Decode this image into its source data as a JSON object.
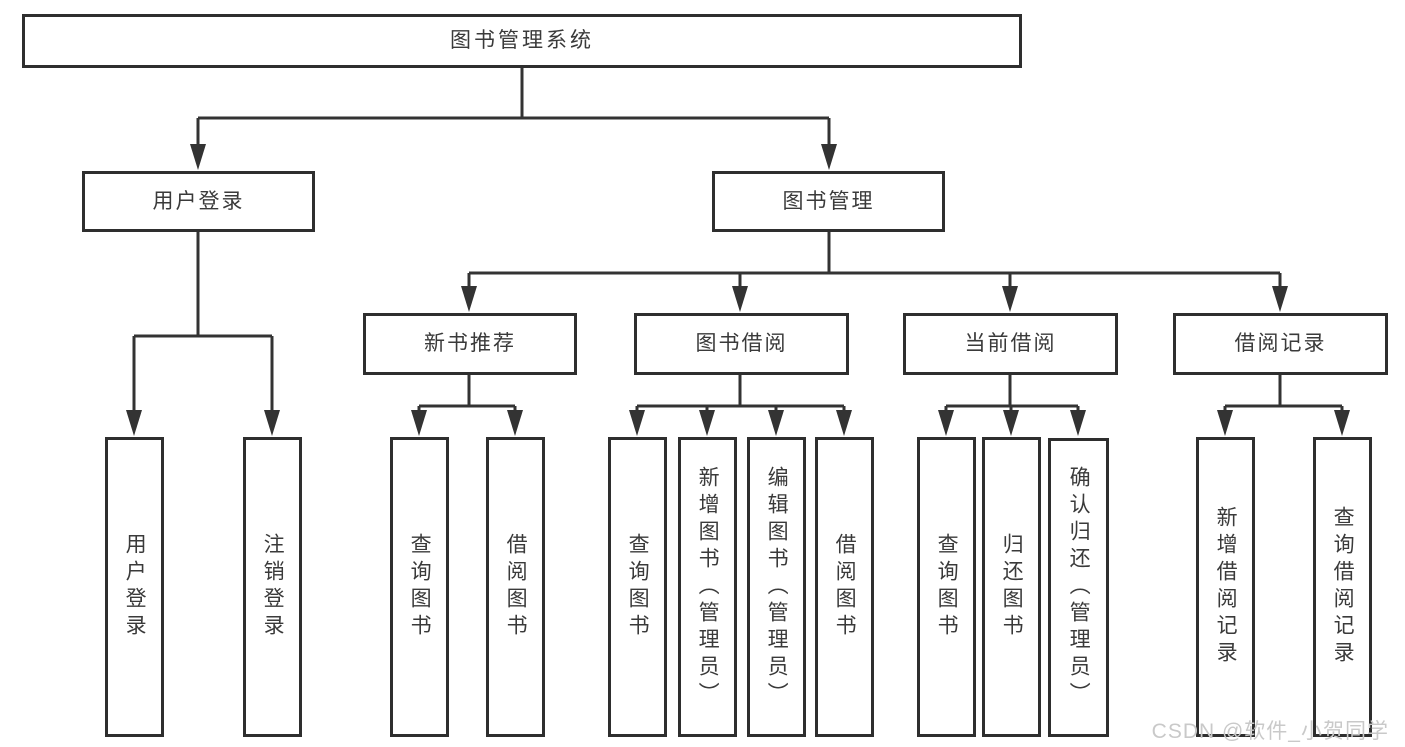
{
  "diagram": {
    "colors": {
      "line": "#333333",
      "border": "#2e2e2e",
      "text": "#3a3a3a",
      "background": "#ffffff",
      "watermark": "#c9c9c9"
    },
    "tree": {
      "root": {
        "label": "图书管理系统"
      },
      "children": [
        {
          "label": "用户登录",
          "children": [
            {
              "label": "用户登录"
            },
            {
              "label": "注销登录"
            }
          ]
        },
        {
          "label": "图书管理",
          "children": [
            {
              "label": "新书推荐",
              "children": [
                {
                  "label": "查询图书"
                },
                {
                  "label": "借阅图书"
                }
              ]
            },
            {
              "label": "图书借阅",
              "children": [
                {
                  "label": "查询图书"
                },
                {
                  "label": "新增图书（管理员）"
                },
                {
                  "label": "编辑图书（管理员）"
                },
                {
                  "label": "借阅图书"
                }
              ]
            },
            {
              "label": "当前借阅",
              "children": [
                {
                  "label": "查询图书"
                },
                {
                  "label": "归还图书"
                },
                {
                  "label": "确认归还（管理员）"
                }
              ]
            },
            {
              "label": "借阅记录",
              "children": [
                {
                  "label": "新增借阅记录"
                },
                {
                  "label": "查询借阅记录"
                }
              ]
            }
          ]
        }
      ]
    }
  },
  "watermark": {
    "text": "CSDN @软件_小贺同学"
  }
}
